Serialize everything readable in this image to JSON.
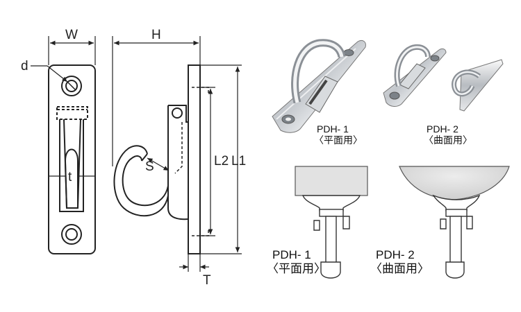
{
  "drawing": {
    "dim_W": "W",
    "dim_H": "H",
    "dim_d": "d",
    "dim_t": "t",
    "dim_S": "S",
    "dim_L2": "L2",
    "dim_L1": "L1",
    "dim_T": "T"
  },
  "photos": {
    "pdh1_label": "PDH- 1",
    "pdh1_sub": "〈平面用〉",
    "pdh2_label": "PDH- 2",
    "pdh2_sub": "〈曲面用〉"
  },
  "usage": {
    "pdh1_label": "PDH- 1",
    "pdh1_sub": "〈平面用〉",
    "pdh2_label": "PDH- 2",
    "pdh2_sub": "〈曲面用〉"
  },
  "colors": {
    "line": "#222222",
    "metal": "#c9ccd0",
    "surface": "#e2e2e2",
    "sphere": "#e0e0e0"
  }
}
